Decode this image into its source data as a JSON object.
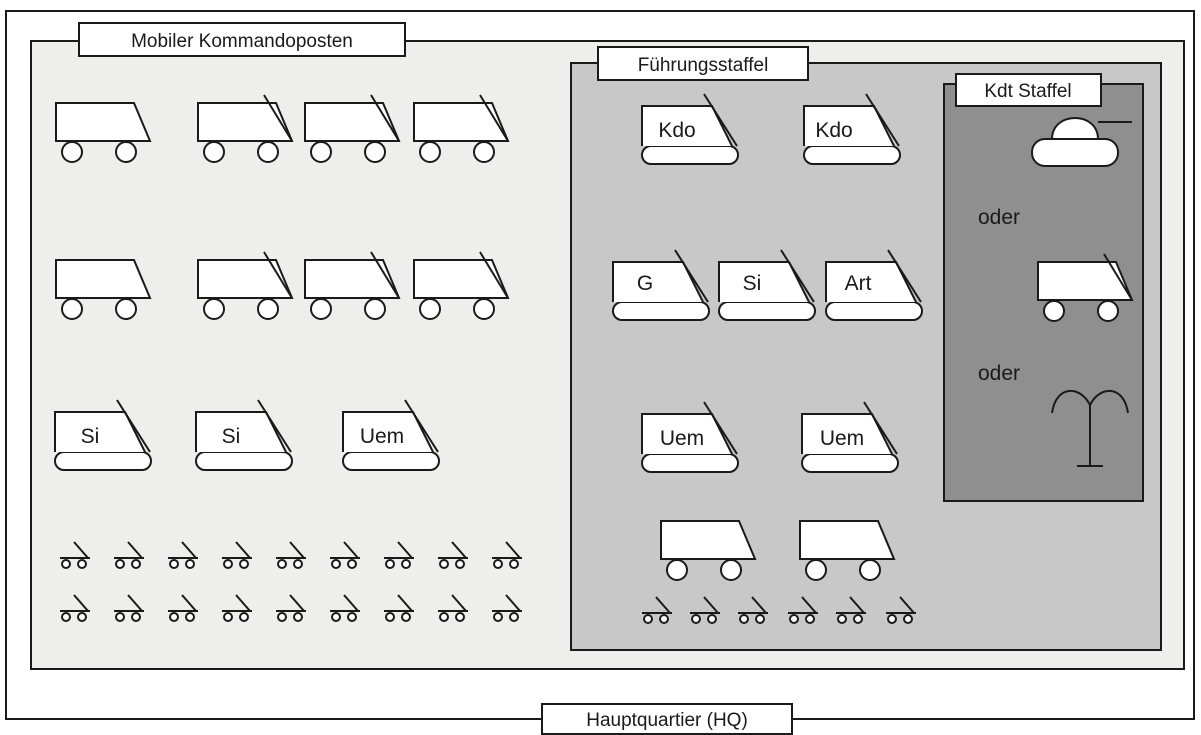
{
  "hq": {
    "label": "Hauptquartier (HQ)"
  },
  "mobile_post": {
    "label": "Mobiler Kommandoposten",
    "tracked_labels": [
      "Si",
      "Si",
      "Uem"
    ]
  },
  "command_staff": {
    "label": "Führungsstaffel",
    "tracked_labels": [
      "Kdo",
      "Kdo",
      "G",
      "Si",
      "Art",
      "Uem",
      "Uem"
    ]
  },
  "kdt_staff": {
    "label": "Kdt Staffel",
    "separators": [
      "oder",
      "oder"
    ]
  },
  "colors": {
    "hq_fill": "#ffffff",
    "mobile_post_fill": "#eeeeec",
    "command_staff_fill": "#c8c8c8",
    "kdt_staff_fill": "#8f8f8f",
    "line": "#1a1a1a"
  },
  "icons": [
    "wheeled-vehicle-icon",
    "wheeled-vehicle-antenna-icon",
    "tracked-vehicle-antenna-icon",
    "light-vehicle-icon",
    "tank-icon",
    "radio-mast-icon"
  ]
}
